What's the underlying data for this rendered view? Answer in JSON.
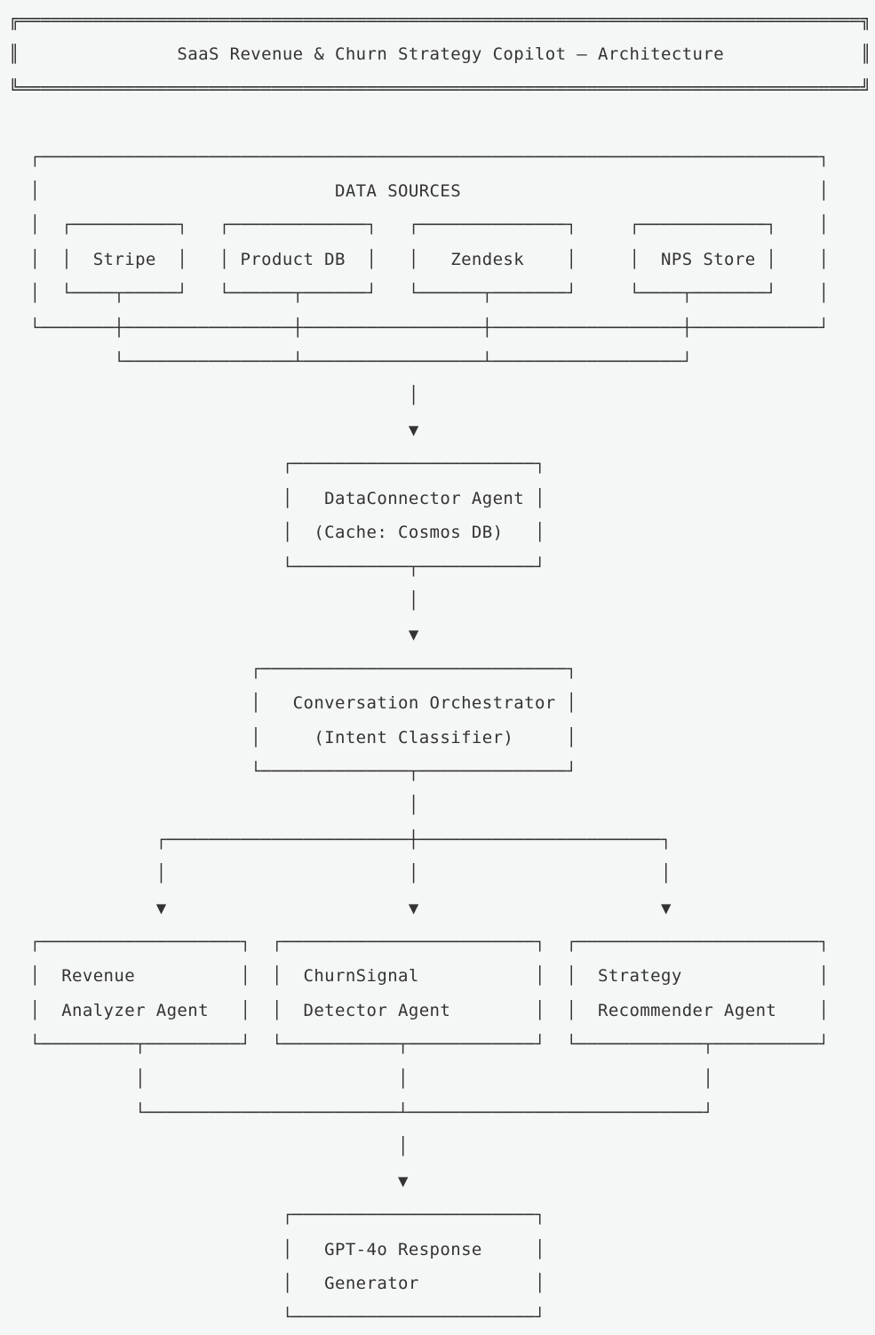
{
  "title_banner": {
    "text": "SaaS Revenue & Churn Strategy Copilot — Architecture"
  },
  "nodes": {
    "data_sources": {
      "label": "DATA SOURCES",
      "items": [
        "Stripe",
        "Product DB",
        "Zendesk",
        "NPS Store"
      ]
    },
    "data_connector_agent": {
      "line1": "DataConnector Agent",
      "line2": "(Cache: Cosmos DB)"
    },
    "conversation_orchestrator": {
      "line1": "Conversation Orchestrator",
      "line2": "(Intent Classifier)"
    },
    "agents": [
      {
        "line1": "Revenue",
        "line2": "Analyzer Agent"
      },
      {
        "line1": "ChurnSignal",
        "line2": "Detector Agent"
      },
      {
        "line1": "Strategy",
        "line2": "Recommender Agent"
      }
    ],
    "response_generator": {
      "line1": "GPT-4o Response",
      "line2": "Generator"
    }
  },
  "colors": {
    "background": "#f5f6f6",
    "text": "#333333"
  },
  "sections": {
    "title": [
      "╔════════════════════════════════════════════════════════════════════════════════╗",
      "║               SaaS Revenue & Churn Strategy Copilot — Architecture             ║",
      "╚════════════════════════════════════════════════════════════════════════════════╝"
    ],
    "data_sources": [
      "",
      "  ┌──────────────────────────────────────────────────────────────────────────┐",
      "  │                            DATA SOURCES                                  │",
      "  │  ┌──────────┐   ┌─────────────┐   ┌──────────────┐     ┌────────────┐    │",
      "  │  │  Stripe  │   │ Product DB  │   │   Zendesk    │     │  NPS Store │    │",
      "  │  └────┬─────┘   └──────┬──────┘   └──────┬───────┘     └────┬───────┘    │",
      "  └───────┼────────────────┼─────────────────┼──────────────────┼────────────┘",
      "          └────────────────┴─────────────────┴──────────────────┘"
    ],
    "flow_to_connector": [
      "                                      │",
      "                                      ▼"
    ],
    "data_connector": [
      "                          ┌───────────────────────┐",
      "                          │   DataConnector Agent │",
      "                          │  (Cache: Cosmos DB)   │",
      "                          └───────────┬───────────┘"
    ],
    "flow_to_orchestrator": [
      "                                      │",
      "                                      ▼"
    ],
    "orchestrator": [
      "                       ┌─────────────────────────────┐",
      "                       │   Conversation Orchestrator │",
      "                       │     (Intent Classifier)     │",
      "                       └──────────────┬──────────────┘"
    ],
    "branch": [
      "                                      │",
      "              ┌───────────────────────┼───────────────────────┐",
      "              │                       │                       │",
      "              ▼                       ▼                       ▼"
    ],
    "agents": [
      "  ┌───────────────────┐  ┌────────────────────────┐  ┌───────────────────────┐",
      "  │  Revenue          │  │  ChurnSignal           │  │  Strategy             │",
      "  │  Analyzer Agent   │  │  Detector Agent        │  │  Recommender Agent    │",
      "  └─────────┬─────────┘  └───────────┬────────────┘  └────────────┬──────────┘"
    ],
    "merge": [
      "            │                        │                            │",
      "            └────────────────────────┴────────────────────────────┘",
      "                                     │",
      "                                     ▼"
    ],
    "response_generator": [
      "                          ┌───────────────────────┐",
      "                          │   GPT-4o Response     │",
      "                          │   Generator           │",
      "                          └───────────────────────┘"
    ]
  }
}
